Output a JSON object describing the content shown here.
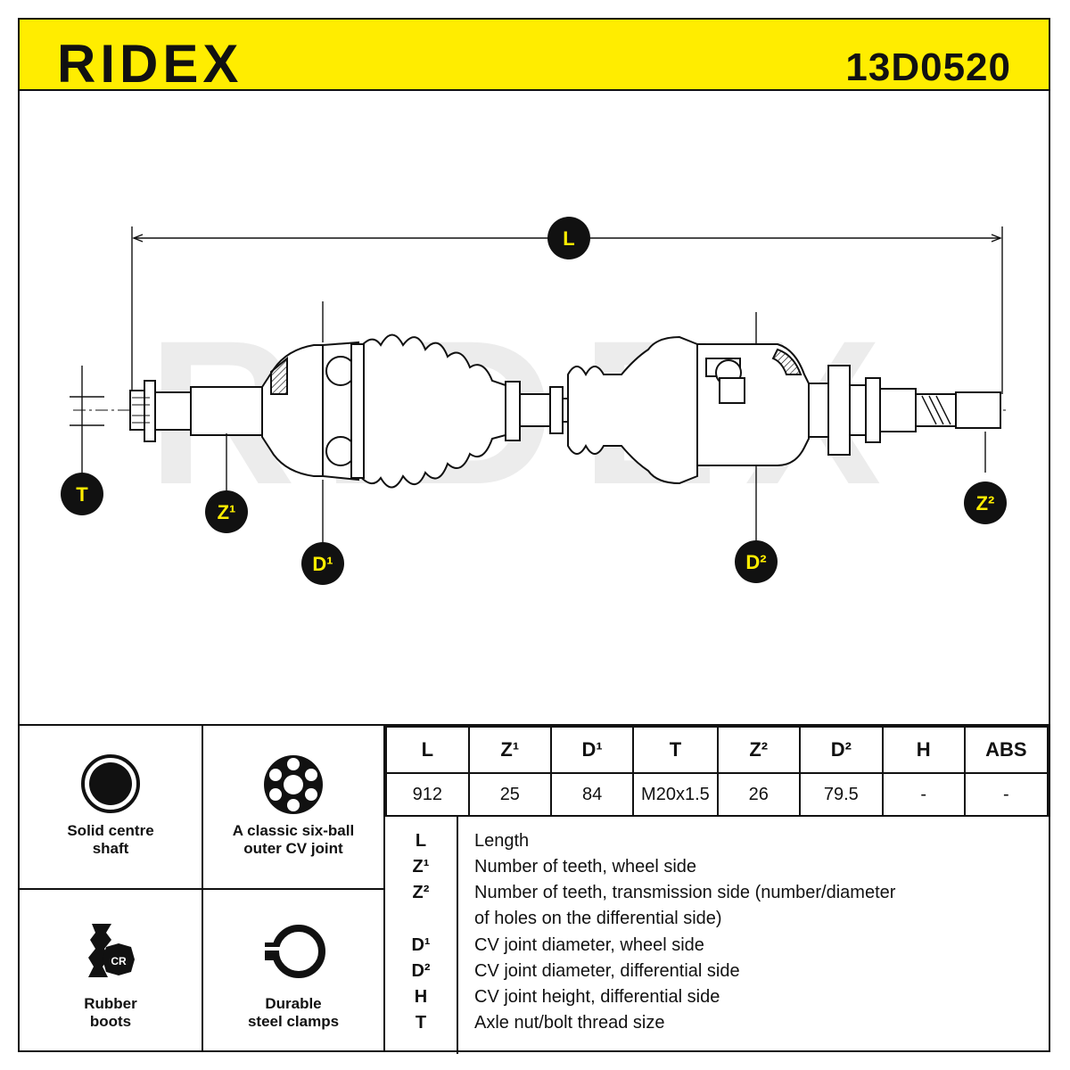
{
  "header": {
    "brand": "RIDEX",
    "part_number": "13D0520",
    "background_color": "#ffed00"
  },
  "diagram": {
    "callouts": {
      "L": "L",
      "T": "T",
      "Z1": "Z¹",
      "D1": "D¹",
      "D2": "D²",
      "Z2": "Z²"
    },
    "watermark": "RIDEX"
  },
  "features": [
    {
      "icon": "solid-shaft-icon",
      "label": "Solid centre\nshaft"
    },
    {
      "icon": "six-ball-joint-icon",
      "label": "A classic six-ball\nouter CV joint"
    },
    {
      "icon": "rubber-boot-icon",
      "label": "Rubber\nboots",
      "badge": "CR"
    },
    {
      "icon": "steel-clamp-icon",
      "label": "Durable\nsteel clamps"
    }
  ],
  "spec_table": {
    "headers": [
      "L",
      "Z¹",
      "D¹",
      "T",
      "Z²",
      "D²",
      "H",
      "ABS"
    ],
    "values": [
      "912",
      "25",
      "84",
      "M20x1.5",
      "26",
      "79.5",
      "-",
      "-"
    ]
  },
  "legend": [
    {
      "key": "L",
      "desc": "Length"
    },
    {
      "key": "Z¹",
      "desc": "Number of teeth, wheel side"
    },
    {
      "key": "Z²",
      "desc": "Number of teeth, transmission side (number/diameter"
    },
    {
      "key": "",
      "desc": "of holes on the differential side)"
    },
    {
      "key": "D¹",
      "desc": "CV joint diameter, wheel side"
    },
    {
      "key": "D²",
      "desc": "CV joint diameter, differential side"
    },
    {
      "key": "H",
      "desc": "CV joint height, differential side"
    },
    {
      "key": "T",
      "desc": "Axle nut/bolt thread size"
    }
  ]
}
